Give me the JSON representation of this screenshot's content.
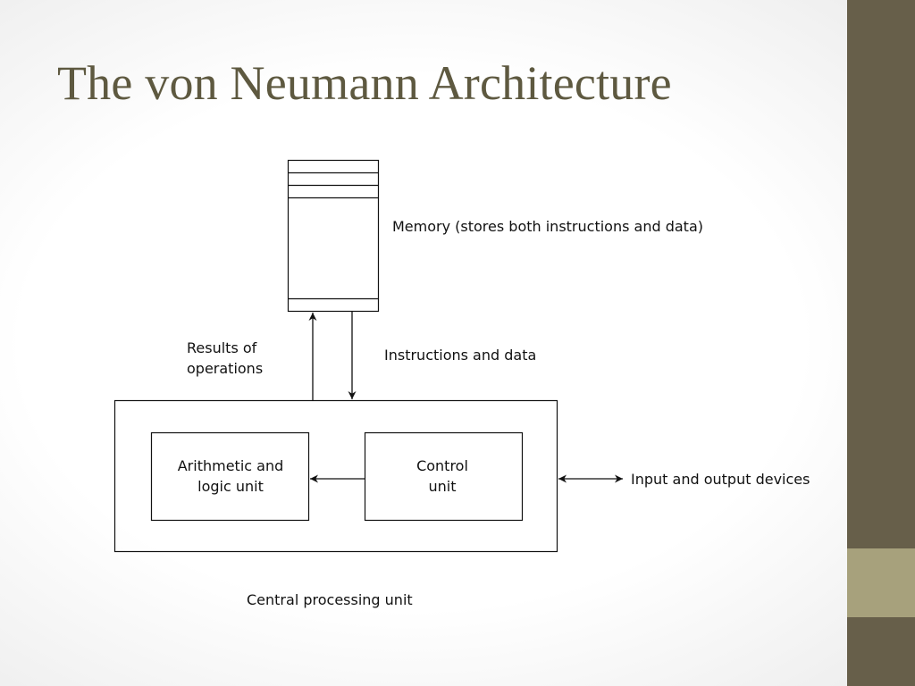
{
  "slide": {
    "title": "The von Neumann Architecture",
    "colors": {
      "title": "#5e5940",
      "sidebar": "#675f4a",
      "sidebar_accent": "#a7a17c"
    }
  },
  "diagram": {
    "memory_label": "Memory (stores both instructions and data)",
    "results_label_line1": "Results of",
    "results_label_line2": "operations",
    "instructions_label": "Instructions and data",
    "alu_label_line1": "Arithmetic and",
    "alu_label_line2": "logic unit",
    "control_label_line1": "Control",
    "control_label_line2": "unit",
    "io_label": "Input and output devices",
    "cpu_label": "Central processing unit"
  }
}
